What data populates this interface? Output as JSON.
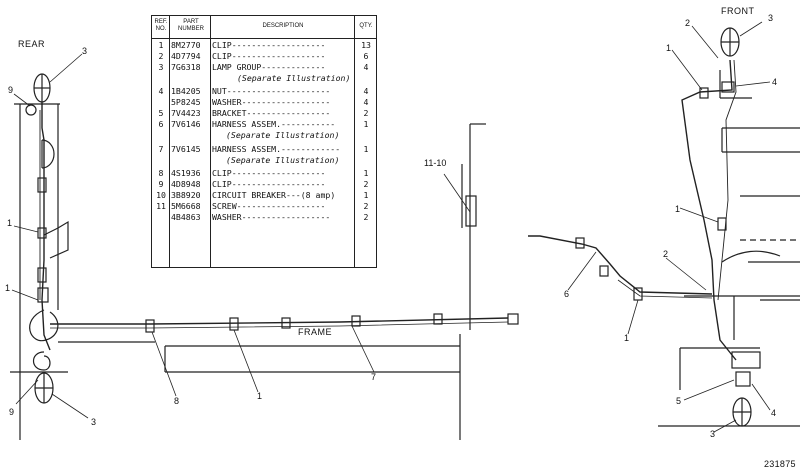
{
  "view_labels": {
    "rear": "REAR",
    "front": "FRONT",
    "frame": "FRAME"
  },
  "figure_id": "231875",
  "parts_table": {
    "headers": {
      "ref_no": "REF. NO.",
      "part_number": "PART NUMBER",
      "description": "DESCRIPTION",
      "qty": "QTY."
    },
    "rows": [
      {
        "ref": "1",
        "part": "8M2770",
        "desc": "CLIP",
        "qty": "13"
      },
      {
        "ref": "2",
        "part": "4D7794",
        "desc": "CLIP",
        "qty": "6"
      },
      {
        "ref": "3",
        "part": "7G6318",
        "desc": "LAMP GROUP",
        "qty": "4",
        "note": "(Separate Illustration)"
      },
      {
        "ref": "4",
        "part": "1B4205",
        "desc": "NUT",
        "qty": "4"
      },
      {
        "ref": "",
        "part": "5P8245",
        "desc": "WASHER",
        "qty": "4"
      },
      {
        "ref": "5",
        "part": "7V4423",
        "desc": "BRACKET",
        "qty": "2"
      },
      {
        "ref": "6",
        "part": "7V6146",
        "desc": "HARNESS ASSEM.",
        "qty": "1",
        "note": "(Separate Illustration)"
      },
      {
        "ref": "7",
        "part": "7V6145",
        "desc": "HARNESS ASSEM.",
        "qty": "1",
        "note": "(Separate Illustration)"
      },
      {
        "ref": "8",
        "part": "4S1936",
        "desc": "CLIP",
        "qty": "1"
      },
      {
        "ref": "9",
        "part": "4D8948",
        "desc": "CLIP",
        "qty": "2"
      },
      {
        "ref": "10",
        "part": "3B8920",
        "desc": "CIRCUIT BREAKER",
        "qty": "1",
        "suffix": "(8 amp)"
      },
      {
        "ref": "11",
        "part": "5M6668",
        "desc": "SCREW",
        "qty": "2"
      },
      {
        "ref": "",
        "part": "4B4863",
        "desc": "WASHER",
        "qty": "2"
      }
    ]
  },
  "callouts": {
    "rear_top_3": "3",
    "rear_9_top": "9",
    "rear_1_mid": "1",
    "rear_1_low": "1",
    "rear_9_bottom": "9",
    "rear_3_bottom": "3",
    "frame_8": "8",
    "frame_1": "1",
    "frame_7": "7",
    "breaker_11_10": "11-10",
    "front_2_top": "2",
    "front_3_top": "3",
    "front_1_top": "1",
    "front_4_top": "4",
    "front_1_mid": "1",
    "front_6": "6",
    "front_2_mid": "2",
    "front_1_low": "1",
    "front_5": "5",
    "front_4_bottom": "4",
    "front_3_bottom": "3"
  }
}
